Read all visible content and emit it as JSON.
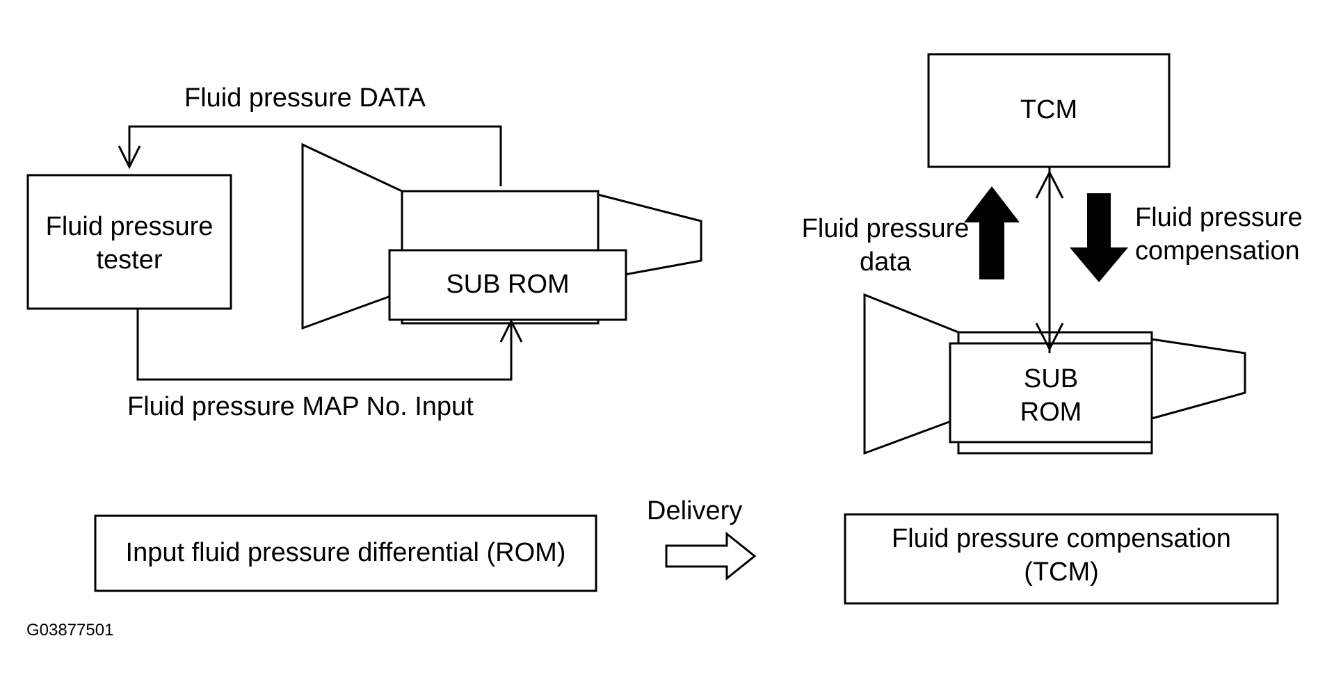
{
  "colors": {
    "ink": "#000000",
    "paper": "#ffffff"
  },
  "left_panel": {
    "data_label": "Fluid pressure DATA",
    "tester_line1": "Fluid pressure",
    "tester_line2": "tester",
    "sub_rom": "SUB ROM",
    "map_label": "Fluid pressure MAP No. Input"
  },
  "right_panel": {
    "tcm": "TCM",
    "data_line1": "Fluid pressure",
    "data_line2": "data",
    "comp_line1": "Fluid pressure",
    "comp_line2": "compensation",
    "sub_line1": "SUB",
    "sub_line2": "ROM"
  },
  "bottom": {
    "input_box": "Input fluid pressure differential (ROM)",
    "delivery": "Delivery",
    "comp_line1": "Fluid pressure compensation",
    "comp_line2": "(TCM)"
  },
  "figure_id": "G03877501"
}
